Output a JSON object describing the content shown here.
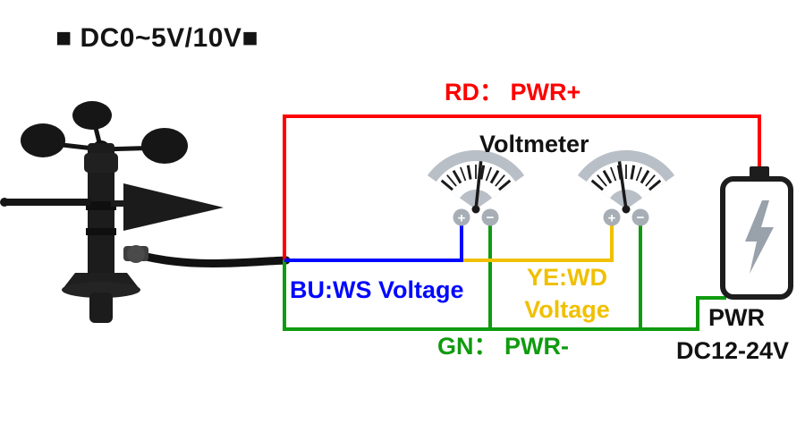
{
  "title": "■ DC0~5V/10V■",
  "wires": {
    "red_label": "RD： PWR+",
    "blue_label": "BU:WS Voltage",
    "yellow_label_line1": "YE:WD",
    "yellow_label_line2": "Voltage",
    "green_label": "GN： PWR-"
  },
  "voltmeter": {
    "label": "Voltmeter",
    "plus": "+",
    "minus": "−"
  },
  "battery": {
    "label_line1": "PWR",
    "label_line2": "DC12-24V"
  },
  "colors": {
    "red": "#fe0000",
    "blue": "#0008ff",
    "yellow": "#f0c000",
    "green": "#0f9b0f",
    "gauge_gray": "#b9bfc6",
    "bolt_gray": "#99a1ab",
    "sensor_black": "#1c1c1c"
  }
}
